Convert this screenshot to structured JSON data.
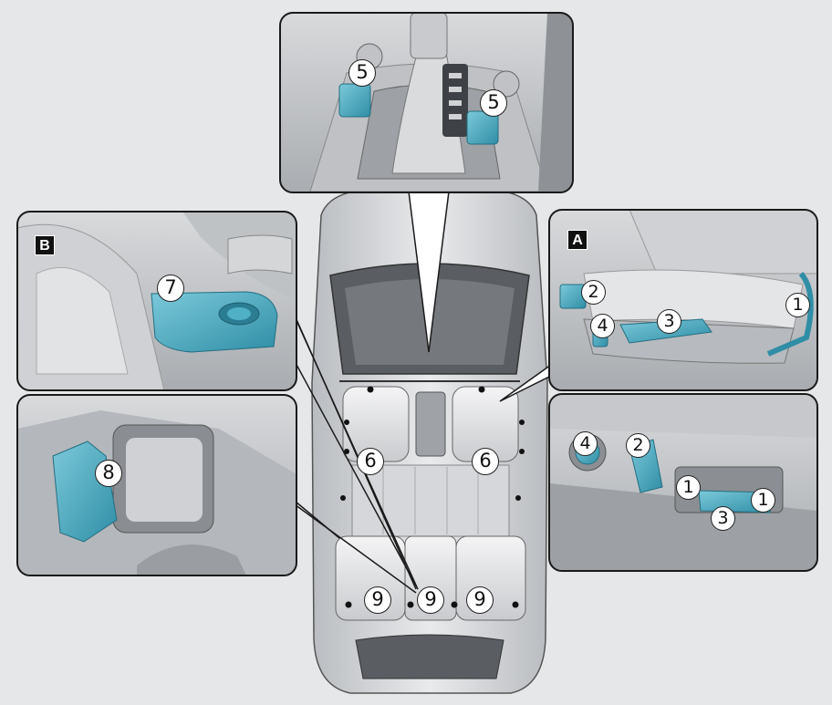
{
  "labels": {
    "panel_a": "A",
    "panel_b": "B"
  },
  "callouts": {
    "one": "1",
    "two": "2",
    "three": "3",
    "four": "4",
    "five": "5",
    "six": "6",
    "seven": "7",
    "eight": "8",
    "nine": "9"
  },
  "colors": {
    "highlight": "#4fb0c6",
    "background": "#e6e7e9",
    "panel_border": "#1a1a1a"
  }
}
